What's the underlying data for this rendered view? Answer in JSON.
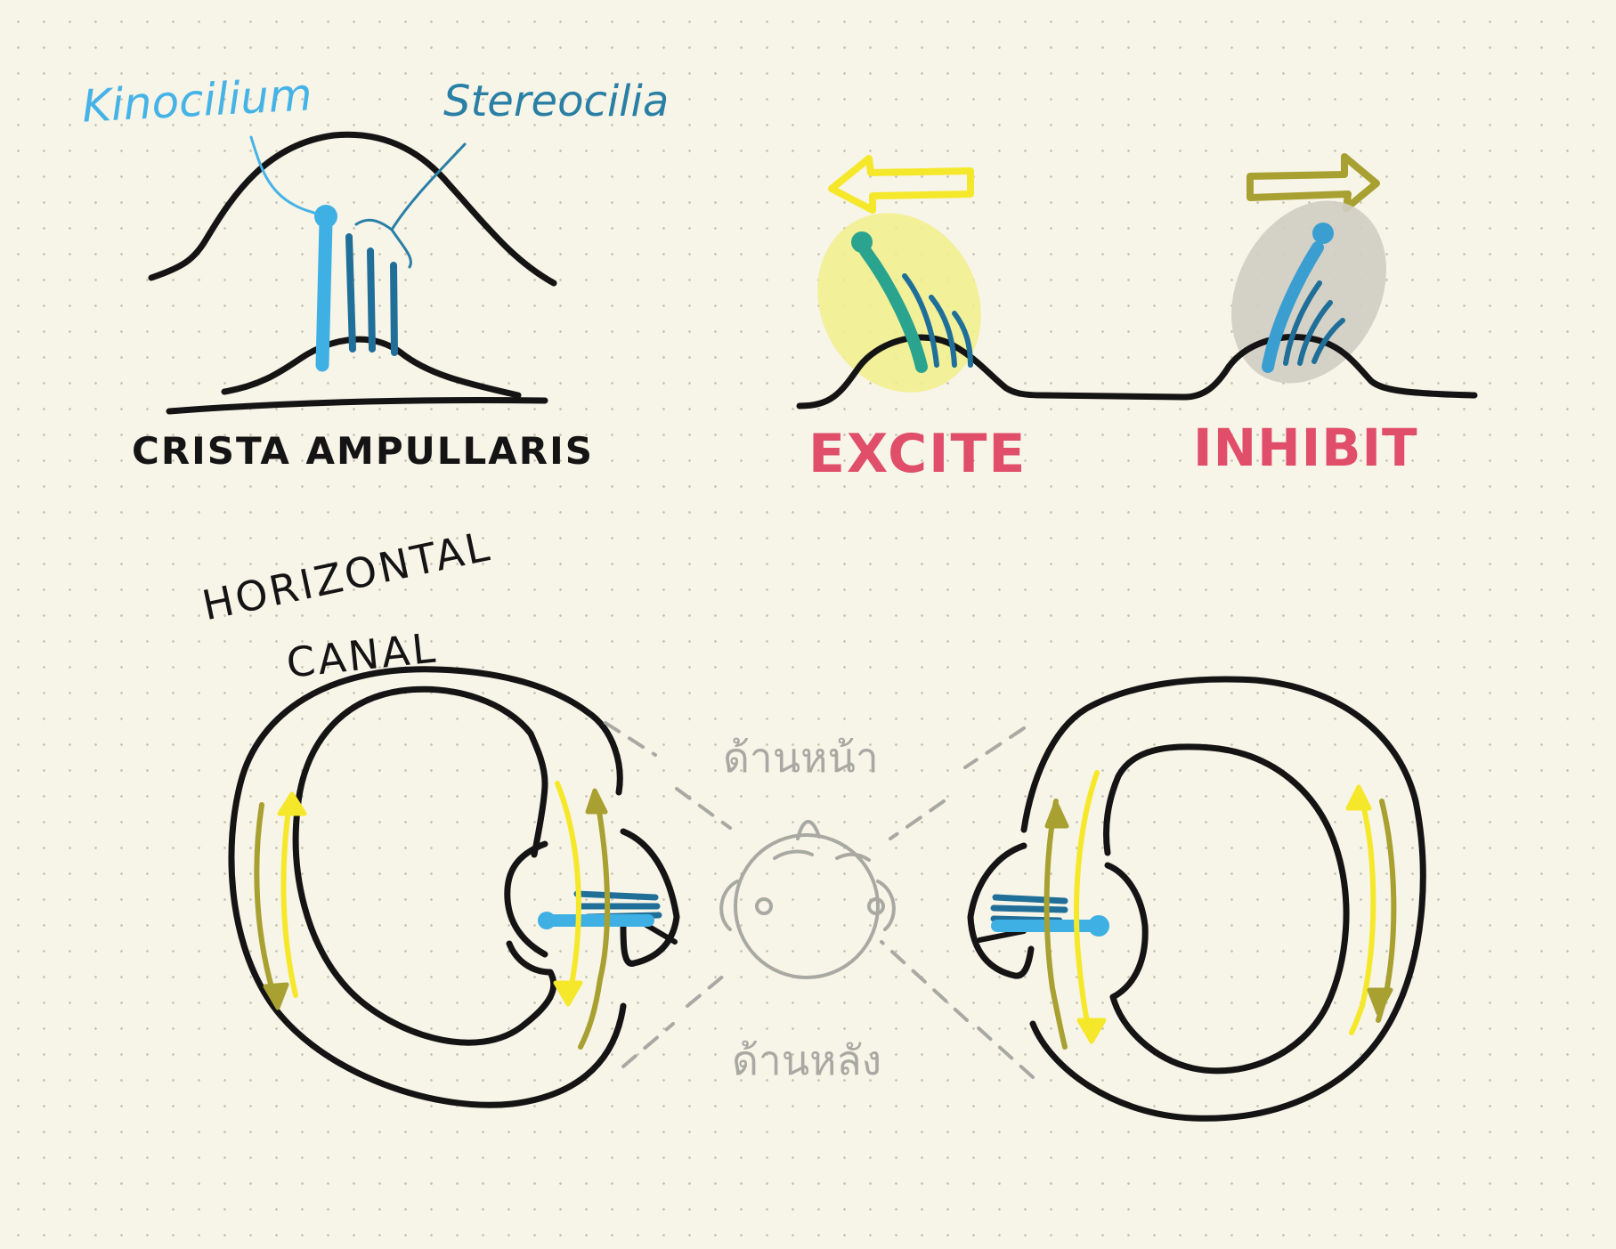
{
  "labels": {
    "kinocilium": "Kinocilium",
    "stereocilia": "Stereocilia",
    "crista": "CRISTA AMPULLARIS",
    "excite": "EXCITE",
    "inhibit": "INHIBIT",
    "horizontal_canal_line1": "HORIZONTAL",
    "horizontal_canal_line2": "CANAL",
    "front": "ด้านหน้า",
    "back": "ด้านหลัง"
  },
  "colors": {
    "ink": "#141414",
    "kinocilium_blue": "#3fb0e4",
    "stereocilia_blue": "#1f6f99",
    "excite_highlight": "#f1ee8a",
    "inhibit_highlight": "#cfcdc3",
    "arrow_yellow": "#f5e82b",
    "arrow_olive": "#a8a030",
    "label_red": "#e04e6a",
    "head_grey": "#a9a9a3"
  },
  "arrows": {
    "excite_direction": "left",
    "inhibit_direction": "right"
  }
}
